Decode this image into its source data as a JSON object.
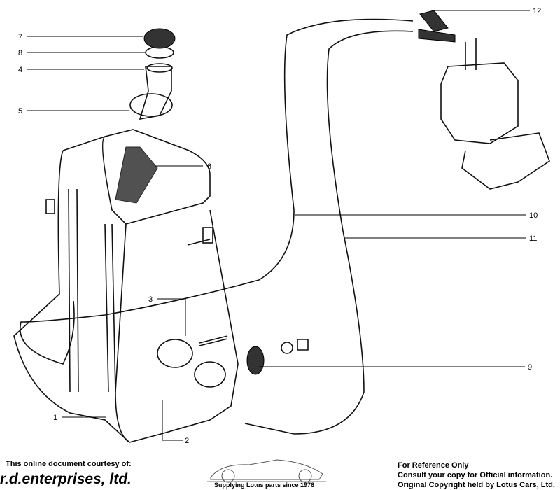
{
  "diagram": {
    "callouts": [
      "1",
      "2",
      "3",
      "4",
      "5",
      "6",
      "7",
      "8",
      "9",
      "10",
      "11",
      "12"
    ]
  },
  "footer": {
    "courtesy": "This online document courtesy of:",
    "brand": "r.d.enterprises, ltd.",
    "tagline": "Supplying Lotus parts since 1976",
    "notice": [
      "For Reference Only",
      "Consult your copy for Official information.",
      "Original Copyright held by Lotus Cars, Ltd."
    ]
  }
}
